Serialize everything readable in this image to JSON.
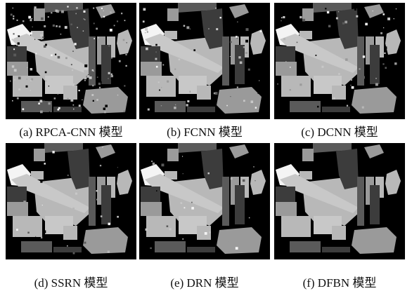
{
  "figure": {
    "panels": [
      {
        "id": "a",
        "caption": "(a) RPCA-CNN 模型",
        "noise": "heavy"
      },
      {
        "id": "b",
        "caption": "(b) FCNN 模型",
        "noise": "medium"
      },
      {
        "id": "c",
        "caption": "(c) DCNN 模型",
        "noise": "medium"
      },
      {
        "id": "d",
        "caption": "(d) SSRN 模型",
        "noise": "light"
      },
      {
        "id": "e",
        "caption": "(e) DRN 模型",
        "noise": "light"
      },
      {
        "id": "f",
        "caption": "(f) DFBN 模型",
        "noise": "none"
      }
    ],
    "colors": {
      "background": "#000000",
      "white_class": "#f4f4f4",
      "light_gray": "#b8b8b8",
      "mid_gray": "#9a9a9a",
      "dark_gray": "#5a5a5a",
      "darker_gray": "#3c3c3c",
      "bright_gray": "#c8c8c8"
    }
  }
}
